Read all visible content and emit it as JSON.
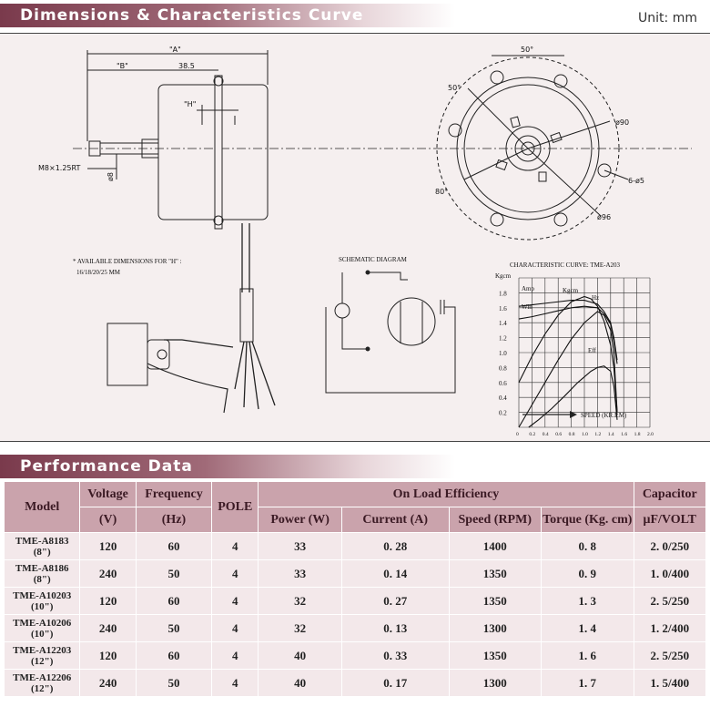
{
  "section1": {
    "title": "Dimensions & Characteristics Curve",
    "unit": "Unit: mm"
  },
  "drawing": {
    "dim_A": "\"A\"",
    "dim_B": "\"B\"",
    "dim_385": "38.5",
    "dim_H": "\"H\"",
    "thread": "M8×1.25RT",
    "shaft": "ø8",
    "note_line1": "* AVAILABLE DIMENSIONS FOR \"H\" :",
    "note_line2": "16/18/20/25 MM",
    "angle1": "50°",
    "angle2": "50°",
    "angle3": "80°",
    "dia90": "ø90",
    "dia96": "ø96",
    "holes": "6-ø5",
    "schematic_title": "SCHEMATIC DIAGRAM"
  },
  "curve": {
    "title": "CHARACTERISTIC CURVE: TME-A203",
    "y_unit": "Kgcm",
    "x_label": "SPEED (KR.P.M)",
    "series_labels": {
      "amp": "Amp",
      "win": "Win",
      "kgcm": "Kgcm",
      "hz": "Hz",
      "eff": "Eff"
    },
    "y_ticks": [
      "1.8",
      "1.6",
      "1.4",
      "1.2",
      "1.0",
      "0.8",
      "0.6",
      "0.4",
      "0.2"
    ],
    "x_ticks": [
      "0",
      "0.2",
      "0.4",
      "0.6",
      "0.8",
      "1.0",
      "1.2",
      "1.4",
      "1.6",
      "1.8",
      "2.0"
    ]
  },
  "chart_data": {
    "type": "line",
    "title": "CHARACTERISTIC CURVE: TME-A203",
    "xlabel": "SPEED (KR.P.M)",
    "ylabel": "Kgcm",
    "xlim": [
      0,
      2.0
    ],
    "ylim": [
      0,
      2.0
    ],
    "series": [
      {
        "name": "Amp",
        "x": [
          0,
          0.2,
          0.4,
          0.6,
          0.8,
          1.0,
          1.2,
          1.3,
          1.4,
          1.45,
          1.5
        ],
        "y": [
          1.62,
          1.64,
          1.66,
          1.68,
          1.7,
          1.7,
          1.65,
          1.55,
          1.4,
          1.2,
          0.9
        ]
      },
      {
        "name": "Win",
        "x": [
          0,
          0.2,
          0.4,
          0.6,
          0.8,
          1.0,
          1.2,
          1.3,
          1.4,
          1.45,
          1.5
        ],
        "y": [
          1.45,
          1.48,
          1.52,
          1.56,
          1.6,
          1.62,
          1.6,
          1.52,
          1.38,
          1.15,
          0.85
        ]
      },
      {
        "name": "Kgcm",
        "x": [
          0,
          0.2,
          0.4,
          0.6,
          0.8,
          1.0,
          1.1,
          1.2,
          1.3,
          1.4,
          1.45,
          1.5
        ],
        "y": [
          0.6,
          0.95,
          1.25,
          1.5,
          1.68,
          1.75,
          1.72,
          1.62,
          1.42,
          1.1,
          0.8,
          0.2
        ]
      },
      {
        "name": "Hz",
        "x": [
          0,
          0.2,
          0.4,
          0.6,
          0.8,
          1.0,
          1.2,
          1.3,
          1.4,
          1.45,
          1.5
        ],
        "y": [
          0,
          0.3,
          0.6,
          0.9,
          1.18,
          1.4,
          1.55,
          1.5,
          1.3,
          1.0,
          0.2
        ]
      },
      {
        "name": "Eff",
        "x": [
          0.15,
          0.3,
          0.5,
          0.7,
          0.9,
          1.1,
          1.2,
          1.3,
          1.4,
          1.45,
          1.5
        ],
        "y": [
          0,
          0.1,
          0.25,
          0.42,
          0.6,
          0.75,
          0.8,
          0.82,
          0.75,
          0.55,
          0.1
        ]
      }
    ]
  },
  "section2": {
    "title": "Performance Data"
  },
  "table": {
    "h_model": "Model",
    "h_voltage": "Voltage",
    "h_voltage_unit": "(V)",
    "h_frequency": "Frequency",
    "h_frequency_unit": "(Hz)",
    "h_pole": "POLE",
    "h_onload": "On Load  Efficiency",
    "h_power": "Power (W)",
    "h_current": "Current (A)",
    "h_speed": "Speed (RPM)",
    "h_torque": "Torque (Kg. cm)",
    "h_capacitor": "Capacitor",
    "h_capacitor_unit": "μF/VOLT",
    "rows": [
      {
        "model1": "TME-A8183",
        "model2": "(8\")",
        "voltage": "120",
        "frequency": "60",
        "pole": "4",
        "power": "33",
        "current": "0. 28",
        "speed": "1400",
        "torque": "0. 8",
        "capacitor": "2. 0/250"
      },
      {
        "model1": "TME-A8186",
        "model2": "(8\")",
        "voltage": "240",
        "frequency": "50",
        "pole": "4",
        "power": "33",
        "current": "0. 14",
        "speed": "1350",
        "torque": "0. 9",
        "capacitor": "1. 0/400"
      },
      {
        "model1": "TME-A10203",
        "model2": "(10\")",
        "voltage": "120",
        "frequency": "60",
        "pole": "4",
        "power": "32",
        "current": "0. 27",
        "speed": "1350",
        "torque": "1. 3",
        "capacitor": "2. 5/250"
      },
      {
        "model1": "TME-A10206",
        "model2": "(10\")",
        "voltage": "240",
        "frequency": "50",
        "pole": "4",
        "power": "32",
        "current": "0. 13",
        "speed": "1300",
        "torque": "1. 4",
        "capacitor": "1. 2/400"
      },
      {
        "model1": "TME-A12203",
        "model2": "(12\")",
        "voltage": "120",
        "frequency": "60",
        "pole": "4",
        "power": "40",
        "current": "0. 33",
        "speed": "1350",
        "torque": "1. 6",
        "capacitor": "2. 5/250"
      },
      {
        "model1": "TME-A12206",
        "model2": "(12\")",
        "voltage": "240",
        "frequency": "50",
        "pole": "4",
        "power": "40",
        "current": "0. 17",
        "speed": "1300",
        "torque": "1. 7",
        "capacitor": "1. 5/400"
      }
    ]
  }
}
